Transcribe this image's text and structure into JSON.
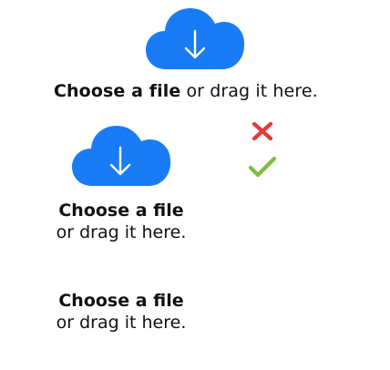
{
  "colors": {
    "cloud": "#1a7cf5",
    "arrow": "#ffffff",
    "error": "#e53935",
    "success": "#7cbf3a",
    "text": "#111111"
  },
  "icons": {
    "cloud": "cloud-download-icon",
    "error": "close-icon",
    "success": "checkmark-icon"
  },
  "dropzone_inline": {
    "choose_label": "Choose a file",
    "drag_label": " or drag it here."
  },
  "dropzone_stacked": {
    "choose_label": "Choose a file",
    "drag_label": "or drag it here."
  },
  "dropzone_text_only": {
    "choose_label": "Choose a file",
    "drag_label": "or drag it here."
  }
}
